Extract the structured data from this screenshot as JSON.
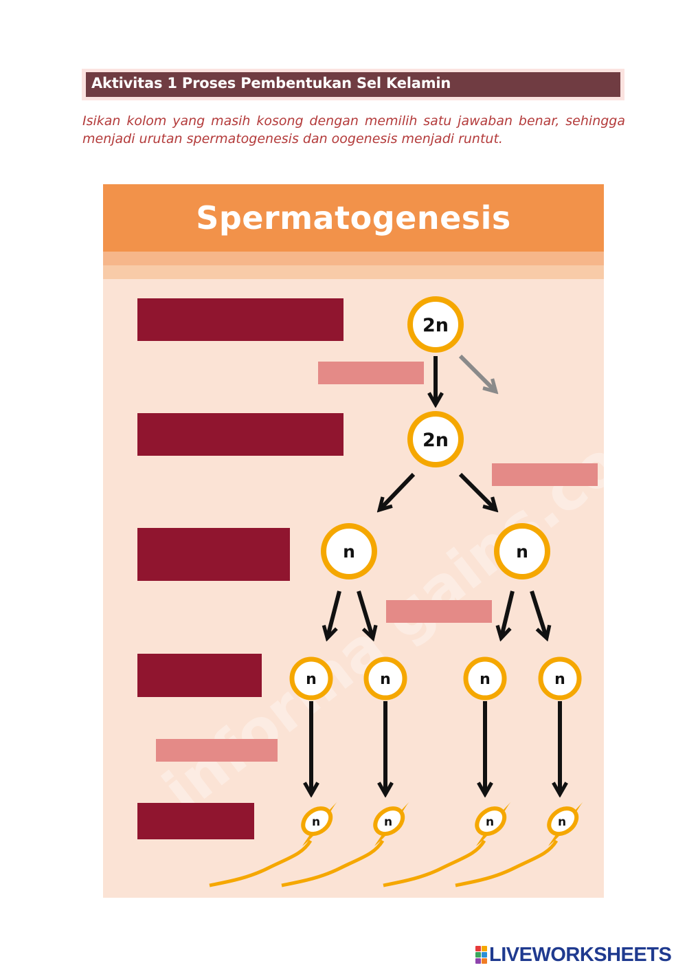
{
  "activity": {
    "title": "Aktivitas 1 Proses Pembentukan Sel Kelamin"
  },
  "instruction": "Isikan kolom yang masih kosong dengan memilih satu jawaban benar, sehingga menjadi urutan spermatogenesis dan oogenesis menjadi runtut.",
  "diagram": {
    "title": "Spermatogenesis",
    "cells": {
      "spermatogonium": "2n",
      "primary": "2n",
      "secondary": [
        "n",
        "n"
      ],
      "spermatids": [
        "n",
        "n",
        "n",
        "n"
      ],
      "sperm": [
        "n",
        "n",
        "n",
        "n"
      ]
    },
    "stage_blanks": 5,
    "process_blanks": 4,
    "watermark": "informa gains.com"
  },
  "colors": {
    "header": "#f2924a",
    "stage_box": "#90152f",
    "process_box": "#e48a87",
    "cell_ring": "#f5a700",
    "panel_bg": "#fbe3d5"
  },
  "logo": {
    "text": "LIVEWORKSHEETS"
  }
}
